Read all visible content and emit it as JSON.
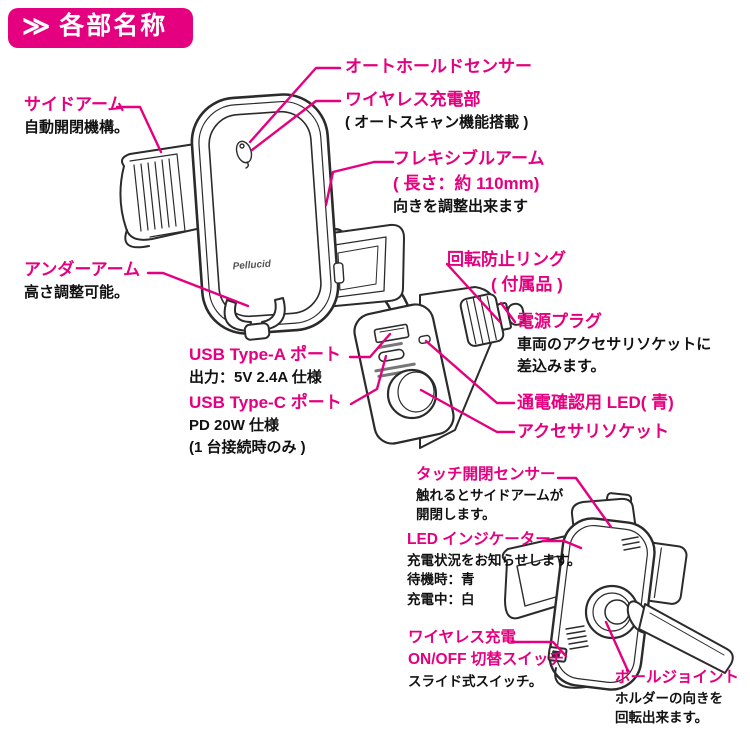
{
  "header": {
    "chevron": "≫",
    "title": "各部名称"
  },
  "colors": {
    "accent": "#E4007F",
    "ink": "#111111",
    "line_art": "#2b2b2b"
  },
  "device": {
    "brand": "Pellucid"
  },
  "labels": {
    "auto_hold_sensor": {
      "title": "オートホールドセンサー"
    },
    "wireless_charger": {
      "title": "ワイヤレス充電部",
      "desc": "( オートスキャン機能搭載 )"
    },
    "side_arm": {
      "title": "サイドアーム",
      "desc": "自動開閉機構。"
    },
    "flexible_arm": {
      "title": "フレキシブルアーム",
      "subtitle": "( 長さ：約 110mm)",
      "desc": "向きを調整出来ます"
    },
    "under_arm": {
      "title": "アンダーアーム",
      "desc": "高さ調整可能。"
    },
    "anti_rotation_ring": {
      "title": "回転防止リング",
      "subtitle": "( 付属品 )"
    },
    "power_plug": {
      "title": "電源プラグ",
      "desc1": "車両のアクセサリソケットに",
      "desc2": "差込みます。"
    },
    "usb_type_a": {
      "title": "USB Type-A ポート",
      "desc": "出力：5V 2.4A 仕様"
    },
    "usb_type_c": {
      "title": "USB Type-C ポート",
      "desc1": "PD 20W 仕様",
      "desc2": "(1 台接続時のみ )"
    },
    "power_led": {
      "title": "通電確認用 LED( 青)"
    },
    "accessory_socket": {
      "title": "アクセサリソケット"
    },
    "touch_sensor": {
      "title": "タッチ開閉センサー",
      "desc1": "触れるとサイドアームが",
      "desc2": "開閉します。"
    },
    "led_indicator": {
      "title": "LED インジケーター",
      "desc1": "充電状況をお知らせします。",
      "desc2": "待機時：青",
      "desc3": "充電中：白"
    },
    "wireless_switch": {
      "title1": "ワイヤレス充電",
      "title2": "ON/OFF 切替スイッチ",
      "desc": "スライド式スイッチ。"
    },
    "ball_joint": {
      "title": "ボールジョイント",
      "desc1": "ホルダーの向きを",
      "desc2": "回転出来ます。"
    }
  }
}
